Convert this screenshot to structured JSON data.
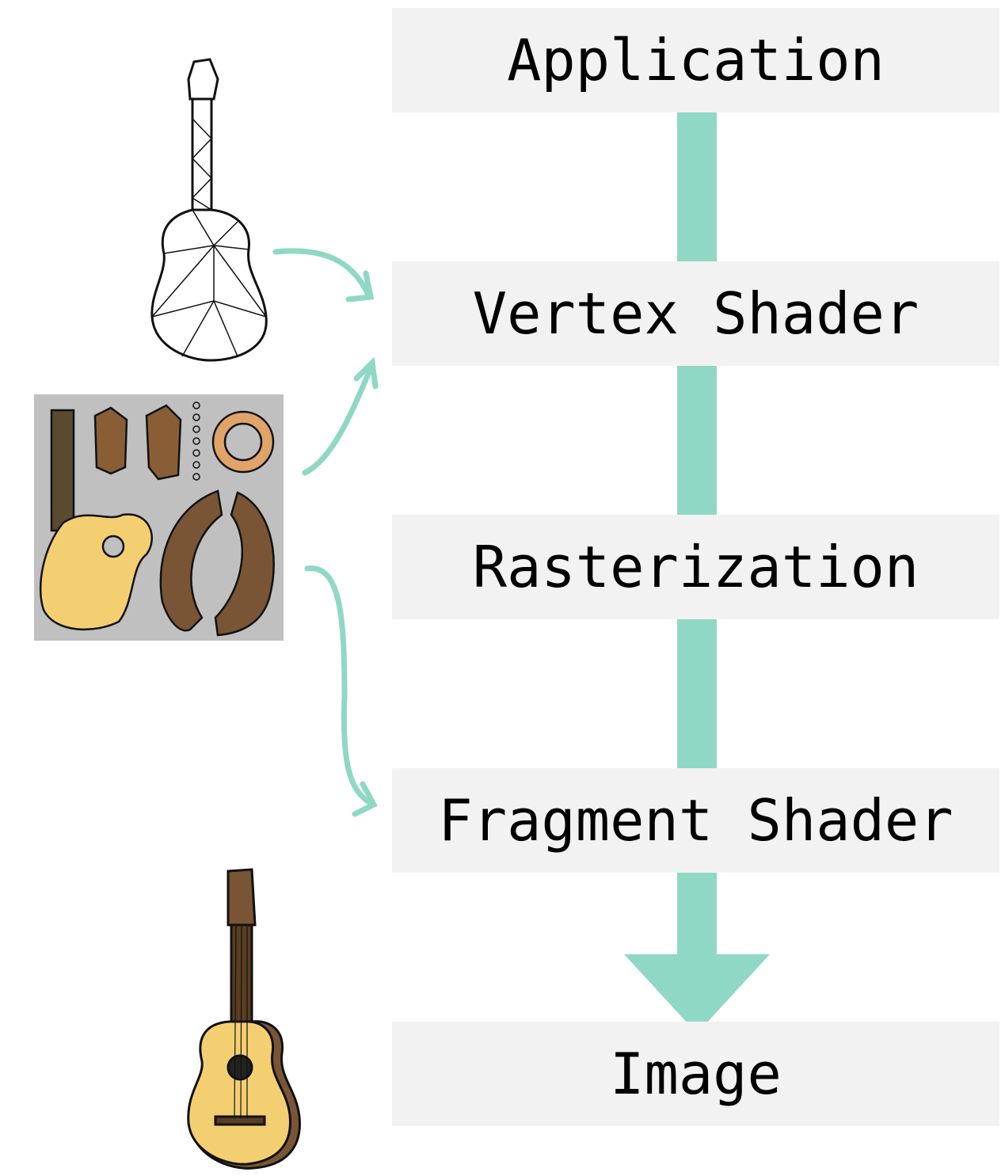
{
  "pipeline": {
    "stages": [
      {
        "label": "Application"
      },
      {
        "label": "Vertex Shader"
      },
      {
        "label": "Rasterization"
      },
      {
        "label": "Fragment Shader"
      },
      {
        "label": "Image"
      }
    ]
  },
  "colors": {
    "arrow": "#8fd8c4",
    "stage_box": "#f2f2f2",
    "texture_bg": "#c0c0c0",
    "wood_dark": "#7a5535",
    "wood_light": "#f4cf72"
  },
  "illustrations": [
    "wireframe-guitar-mesh",
    "uv-texture-map",
    "rendered-guitar"
  ]
}
